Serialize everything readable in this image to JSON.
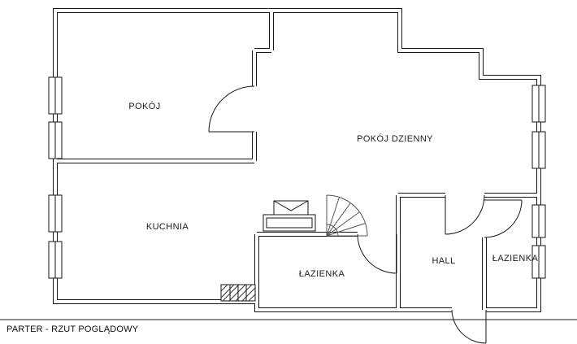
{
  "colors": {
    "background": "#ffffff",
    "line": "#161616",
    "stairs_line": "#555555"
  },
  "rooms": [
    {
      "id": "pokoj",
      "name": "POKÓJ"
    },
    {
      "id": "pokoj-dzienny",
      "name": "POKÓJ DZIENNY"
    },
    {
      "id": "kuchnia",
      "name": "KUCHNIA"
    },
    {
      "id": "lazienka-1",
      "name": "ŁAZIENKA"
    },
    {
      "id": "hall",
      "name": "HALL"
    },
    {
      "id": "lazienka-2",
      "name": "ŁAZIENKA"
    }
  ],
  "caption": "PARTER - RZUT POGLĄDOWY",
  "icons": {
    "stairs": "stairs-icon",
    "table": "table-icon",
    "envelope": "envelope-icon",
    "chimney": "chimney-hatch-icon",
    "window": "window-icon",
    "door": "door-arc-icon"
  }
}
